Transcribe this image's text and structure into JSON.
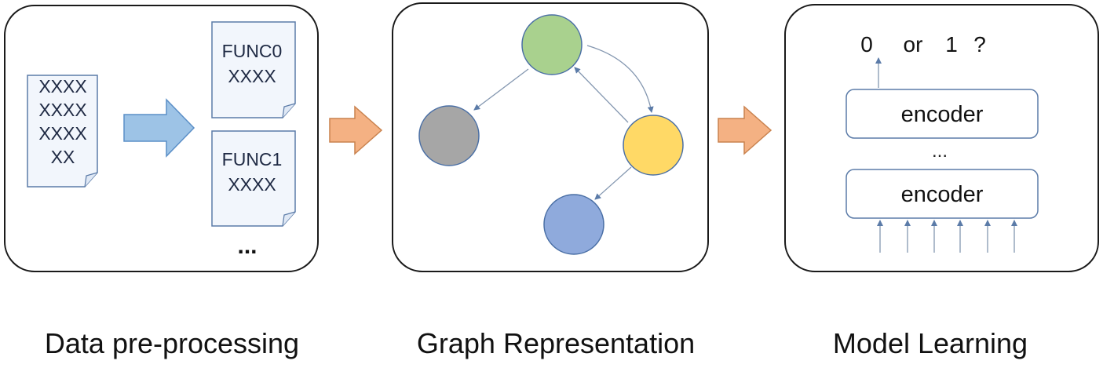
{
  "panels": {
    "preprocessing": {
      "label": "Data pre-processing",
      "source_doc": {
        "lines": [
          "XXXX",
          "XXXX",
          "XXXX",
          "XX"
        ]
      },
      "func_docs": [
        {
          "title": "FUNC0",
          "body": "XXXX"
        },
        {
          "title": "FUNC1",
          "body": "XXXX"
        }
      ],
      "ellipsis": "..."
    },
    "graph": {
      "label": "Graph Representation",
      "nodes": [
        {
          "name": "green-node",
          "color": "#a9d18e"
        },
        {
          "name": "gray-node",
          "color": "#a6a6a6"
        },
        {
          "name": "yellow-node",
          "color": "#ffd966"
        },
        {
          "name": "blue-node",
          "color": "#8faadc"
        }
      ]
    },
    "model": {
      "label": "Model Learning",
      "output": {
        "zero": "0",
        "or": "or",
        "one": "1",
        "question": "?"
      },
      "encoders": [
        "encoder",
        "encoder"
      ],
      "ellipsis": "..."
    }
  },
  "colors": {
    "panel_border": "#1a1a1a",
    "doc_fill": "#f2f6fc",
    "doc_border": "#5b7ba8",
    "blue_arrow": "#9dc3e6",
    "blue_arrow_border": "#5b8fc7",
    "orange_arrow": "#f4b183",
    "orange_arrow_border": "#c9824e",
    "edge": "#8497b0"
  }
}
